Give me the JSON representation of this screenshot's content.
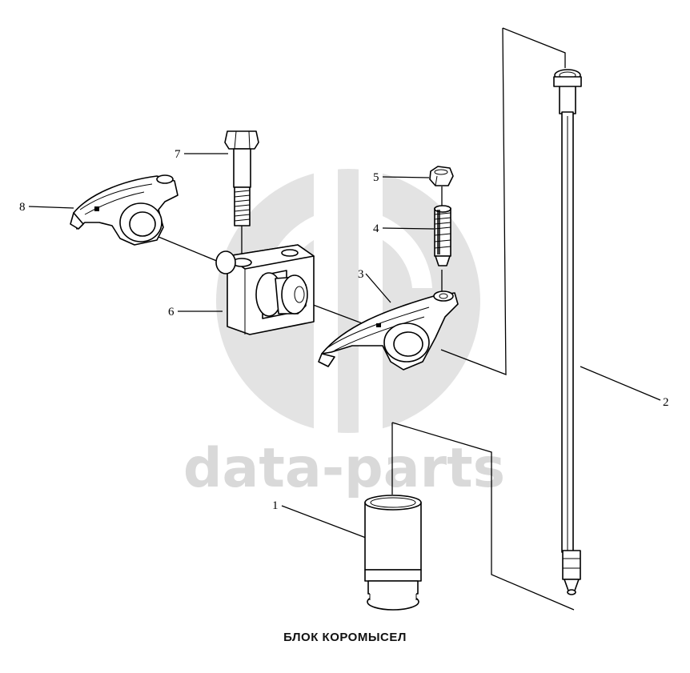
{
  "watermark": {
    "text": "data-parts",
    "color": "#d9d9d9"
  },
  "caption": "БЛОК КОРОМЫСЕЛ",
  "callouts": [
    {
      "id": "1",
      "label": "1"
    },
    {
      "id": "2",
      "label": "2"
    },
    {
      "id": "3",
      "label": "3"
    },
    {
      "id": "4",
      "label": "4"
    },
    {
      "id": "5",
      "label": "5"
    },
    {
      "id": "6",
      "label": "6"
    },
    {
      "id": "7",
      "label": "7"
    },
    {
      "id": "8",
      "label": "8"
    }
  ]
}
